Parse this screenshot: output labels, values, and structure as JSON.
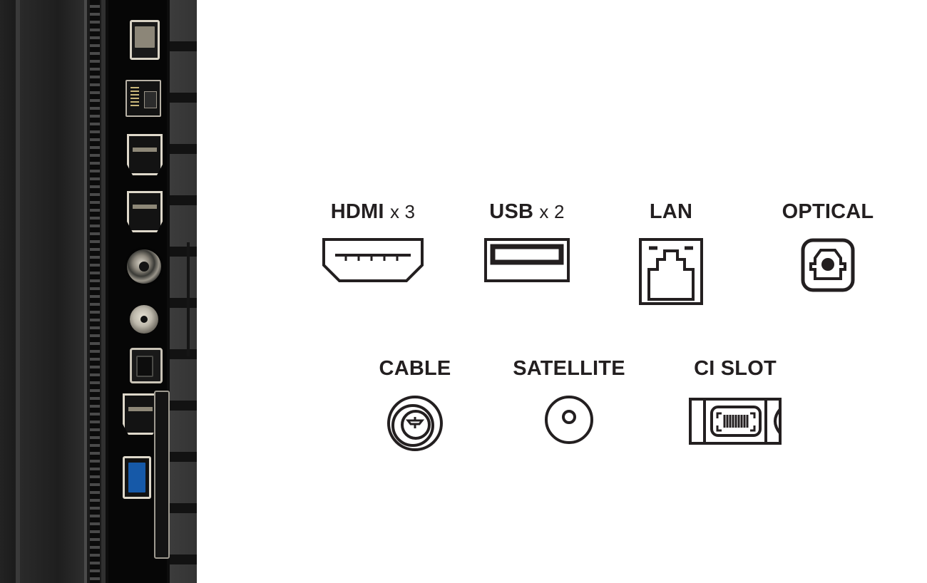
{
  "photo": {
    "alt": "tv-rear-connector-panel",
    "ports_shown": [
      "usb-port",
      "lan-port",
      "hdmi-port",
      "hdmi-port",
      "cable-coaxial-connector",
      "satellite-f-connector",
      "optical-audio-port",
      "hdmi-port",
      "usb3-port",
      "ci-slot-opening"
    ]
  },
  "legend": {
    "rows": [
      {
        "items": [
          {
            "label": "HDMI",
            "multiplier": "x 3",
            "icon": "hdmi-port-icon"
          },
          {
            "label": "USB",
            "multiplier": "x 2",
            "icon": "usb-port-icon"
          },
          {
            "label": "LAN",
            "multiplier": "",
            "icon": "lan-rj45-port-icon"
          },
          {
            "label": "OPTICAL",
            "multiplier": "",
            "icon": "optical-toslink-port-icon"
          }
        ]
      },
      {
        "items": [
          {
            "label": "CABLE",
            "multiplier": "",
            "icon": "cable-coaxial-connector-icon"
          },
          {
            "label": "SATELLITE",
            "multiplier": "",
            "icon": "satellite-f-connector-icon"
          },
          {
            "label": "CI SLOT",
            "multiplier": "",
            "icon": "ci-slot-card-icon"
          }
        ]
      }
    ]
  },
  "colors": {
    "background": "#ffffff",
    "ink": "#231f20",
    "panel_dark": "#0d0d0d",
    "usb3_blue": "#1659a8"
  }
}
